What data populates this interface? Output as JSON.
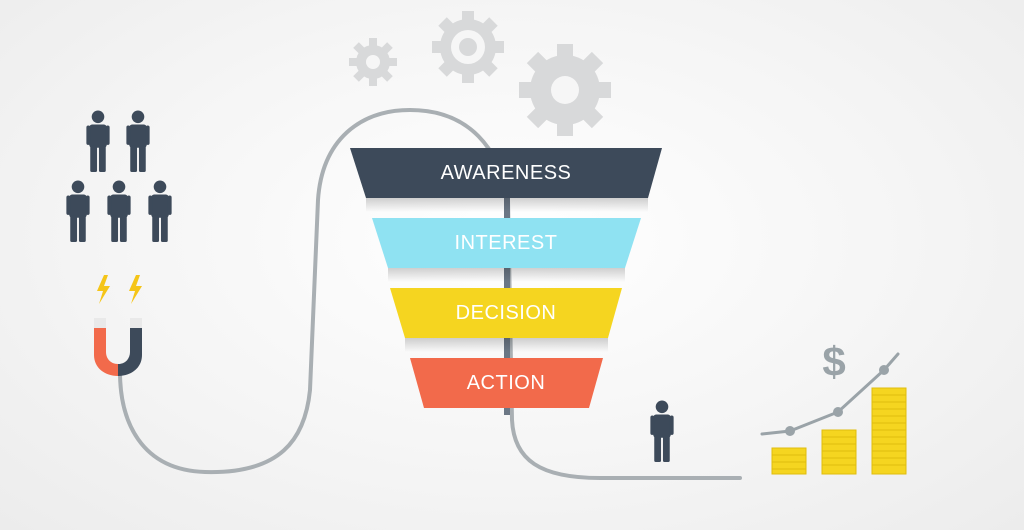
{
  "funnel": {
    "stages": [
      {
        "label": "AWARENESS",
        "color": "#3d4a5a"
      },
      {
        "label": "INTEREST",
        "color": "#8fe2f2"
      },
      {
        "label": "DECISION",
        "color": "#f5d520"
      },
      {
        "label": "ACTION",
        "color": "#f26a4b"
      }
    ]
  },
  "colors": {
    "gear": "#d8d9da",
    "person": "#3d4a5a",
    "path": "#a9afb3",
    "coin": "#f5d520",
    "magnet_left": "#f26a4b",
    "magnet_right": "#3d4a5a",
    "bolt": "#f5c518"
  },
  "chart": {
    "currency_symbol": "$"
  }
}
